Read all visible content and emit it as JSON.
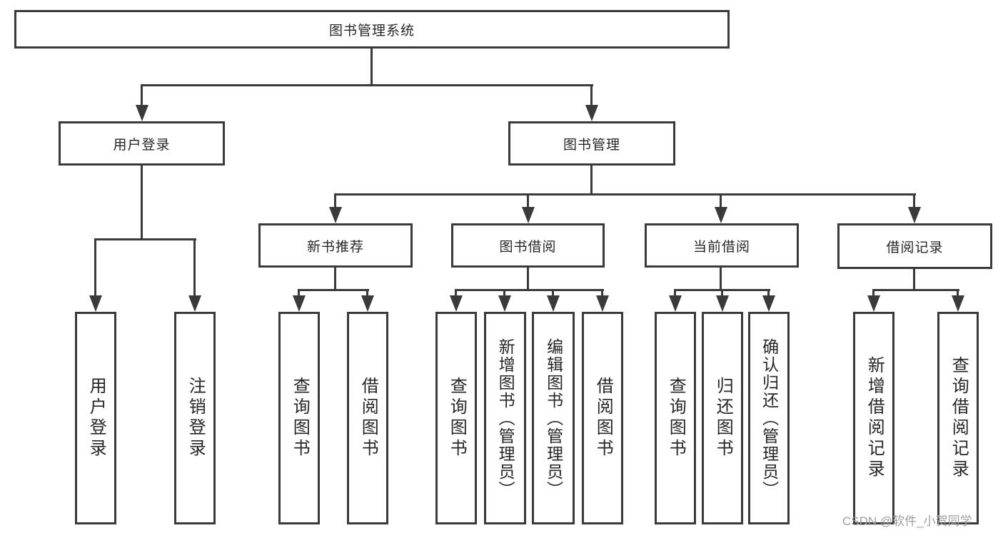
{
  "tree": {
    "label": "图书管理系统",
    "children": [
      {
        "label": "用户登录",
        "children": [
          {
            "label": "用户登录"
          },
          {
            "label": "注销登录"
          }
        ]
      },
      {
        "label": "图书管理",
        "children": [
          {
            "label": "新书推荐",
            "children": [
              {
                "label": "查询图书"
              },
              {
                "label": "借阅图书"
              }
            ]
          },
          {
            "label": "图书借阅",
            "children": [
              {
                "label": "查询图书"
              },
              {
                "label": "新增图书（管理员）"
              },
              {
                "label": "编辑图书（管理员）"
              },
              {
                "label": "借阅图书"
              }
            ]
          },
          {
            "label": "当前借阅",
            "children": [
              {
                "label": "查询图书"
              },
              {
                "label": "归还图书"
              },
              {
                "label": "确认归还（管理员）"
              }
            ]
          },
          {
            "label": "借阅记录",
            "children": [
              {
                "label": "新增借阅记录"
              },
              {
                "label": "查询借阅记录"
              }
            ]
          }
        ]
      }
    ]
  },
  "watermark": {
    "text": "CSDN @软件_小贺同学"
  },
  "colors": {
    "line": "#3a3a3a",
    "text": "#262626",
    "watermark": "#9e9e9e",
    "background": "#ffffff"
  }
}
